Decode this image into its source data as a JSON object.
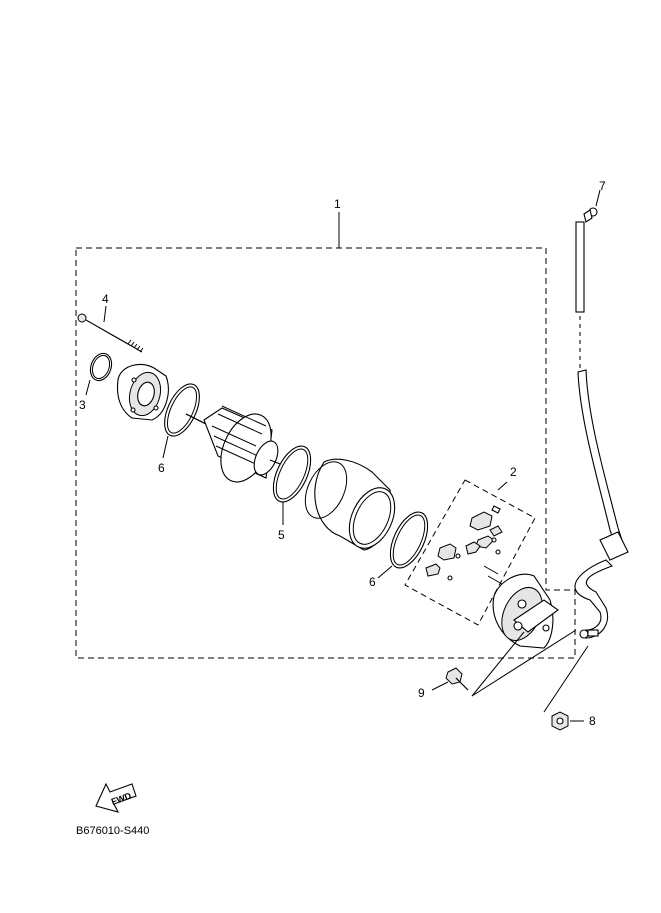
{
  "callouts": {
    "c1": "1",
    "c2": "2",
    "c3": "3",
    "c4": "4",
    "c5": "5",
    "c6a": "6",
    "c6b": "6",
    "c7": "7",
    "c8": "8",
    "c9": "9"
  },
  "fwd_label": "FWD",
  "diagram_code": "B676010-S440"
}
